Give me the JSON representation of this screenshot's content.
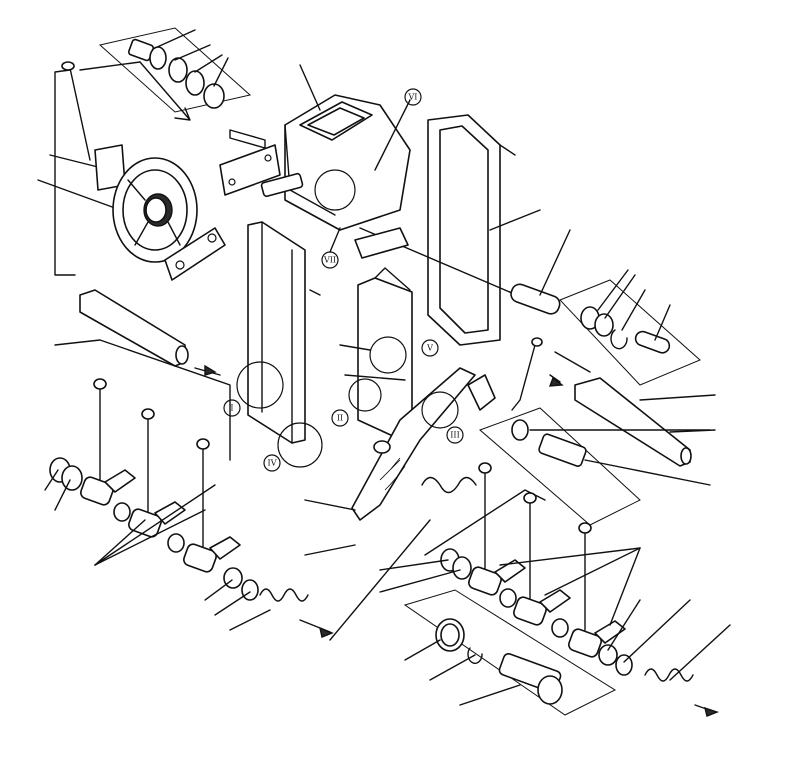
{
  "diagram": {
    "callouts": [
      {
        "id": "callout-i",
        "label": "I"
      },
      {
        "id": "callout-ii",
        "label": "II"
      },
      {
        "id": "callout-iii",
        "label": "III"
      },
      {
        "id": "callout-iv",
        "label": "IV"
      },
      {
        "id": "callout-v",
        "label": "V"
      },
      {
        "id": "callout-vi",
        "label": "VI"
      },
      {
        "id": "callout-vii",
        "label": "VII"
      }
    ]
  }
}
